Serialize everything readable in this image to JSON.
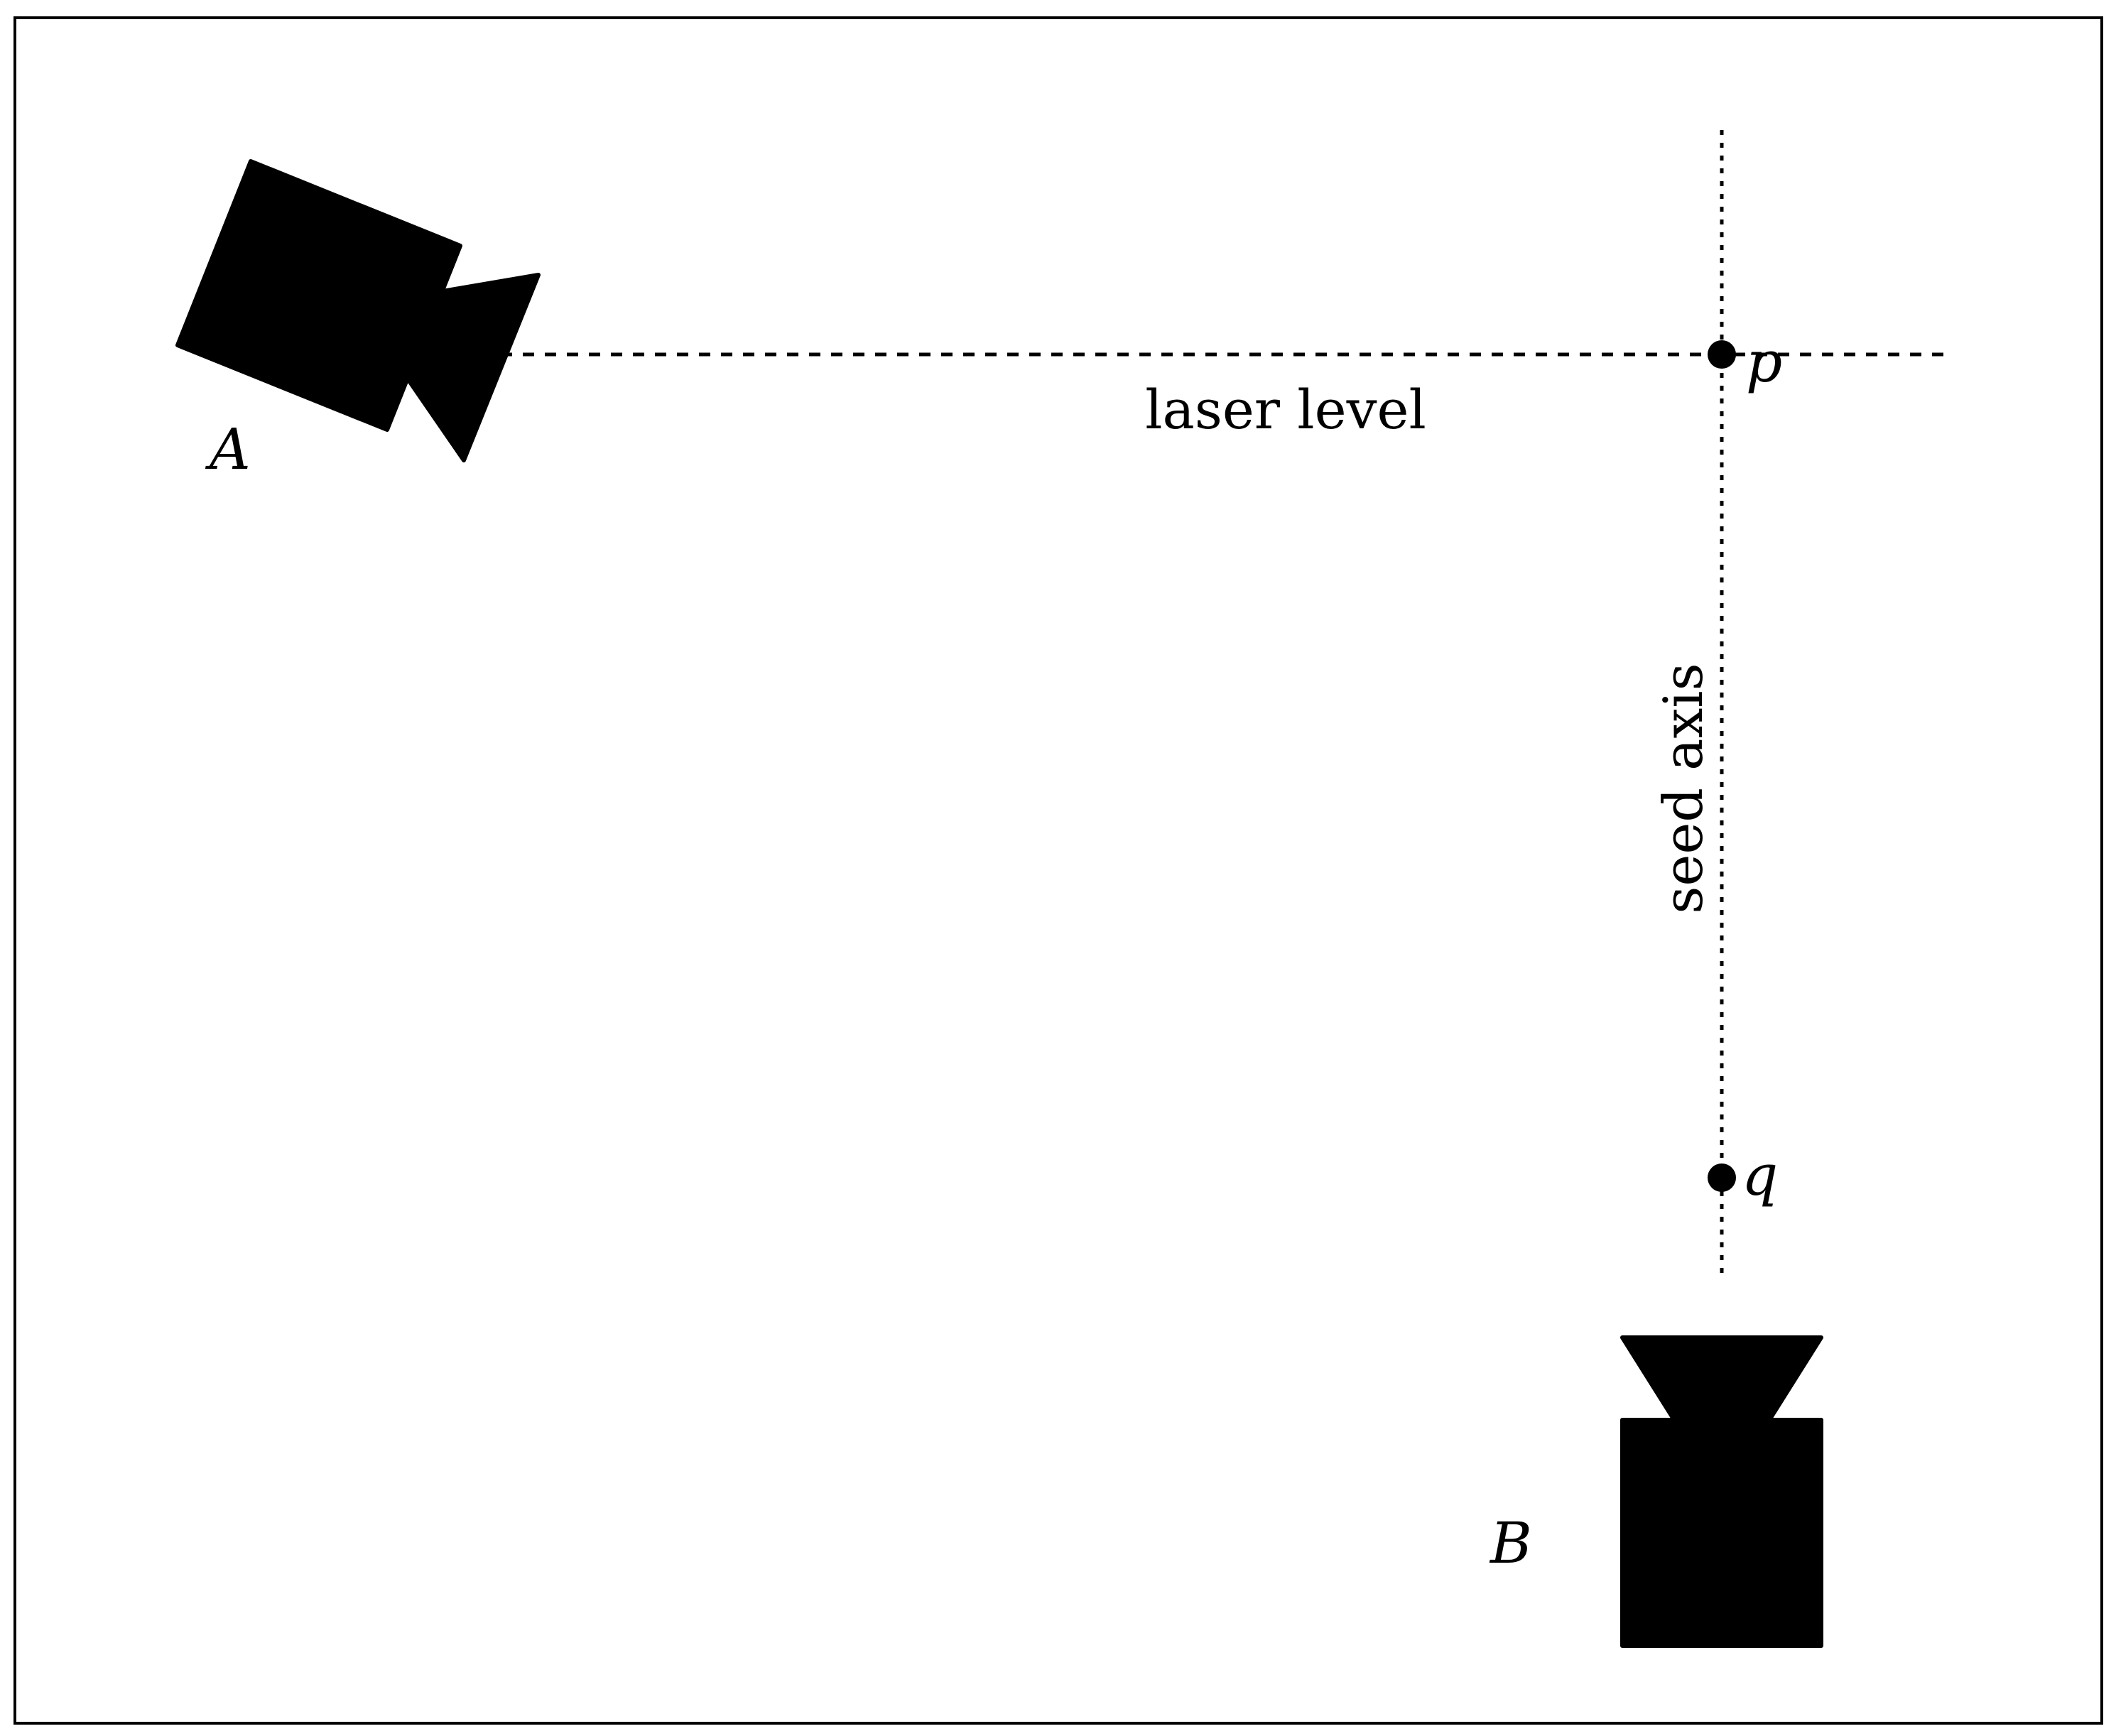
{
  "labels": {
    "laser_level": "laser level",
    "seed_axis": "seed axis",
    "camera_a": "A",
    "camera_b": "B",
    "point_p": "p",
    "point_q": "q"
  },
  "colors": {
    "ink": "#000000",
    "background": "#ffffff"
  },
  "icons": {
    "camera_a": "video-camera-icon",
    "camera_b": "video-camera-icon"
  }
}
